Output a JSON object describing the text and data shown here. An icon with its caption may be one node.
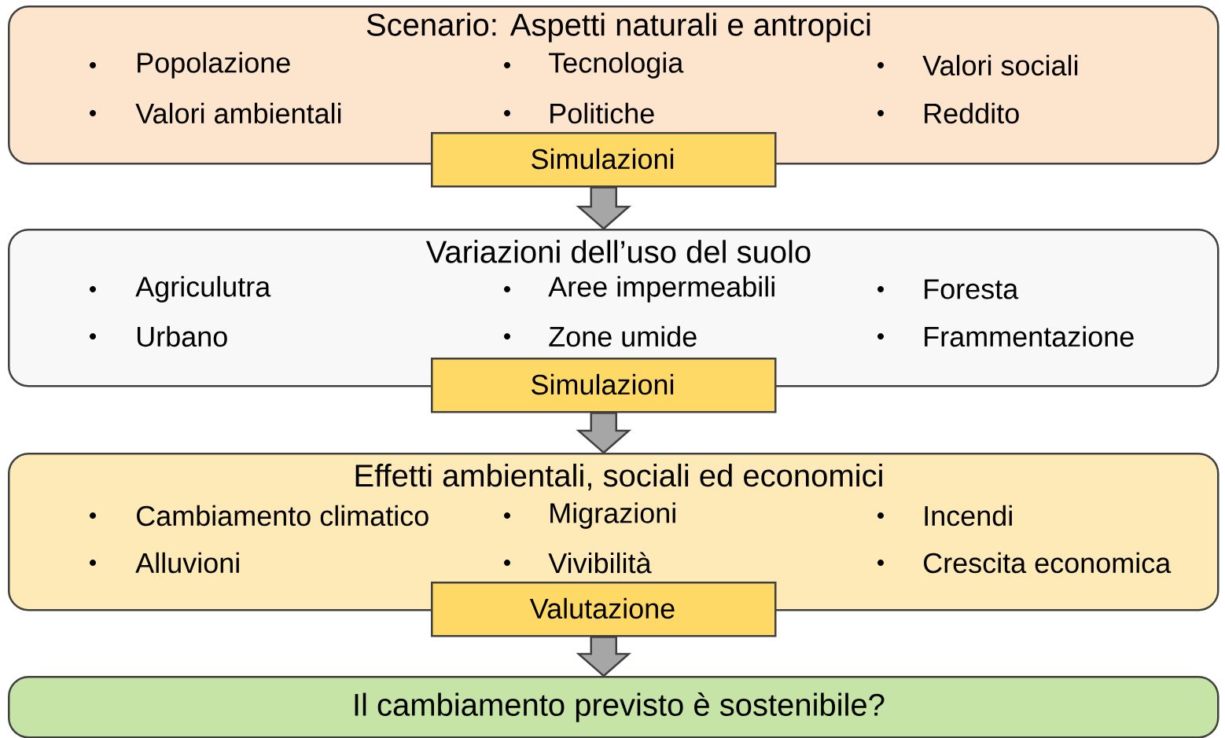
{
  "diagram": {
    "nodes": [
      {
        "text": [
          "Scenario: Aspetti naturali e antropici",
          "Popolazione",
          "Tecnologia",
          "Valori sociali",
          "Valori ambientali",
          "Politiche",
          "Reddito"
        ]
      },
      {
        "text": [
          "Simulazioni"
        ]
      },
      {
        "text": [
          "Variazioni dell’uso del suolo",
          "Agriculutra",
          "Aree impermeabili",
          "Foresta",
          "Urbano",
          "Zone umide",
          "Frammentazione"
        ]
      },
      {
        "text": [
          "Simulazioni"
        ]
      },
      {
        "text": [
          "Effetti ambientali, sociali ed economici",
          "Cambiamento climatico",
          "Migrazioni",
          "Incendi",
          "Alluvioni",
          "Vivibilità",
          "Crescita economica"
        ]
      },
      {
        "text": [
          "Valutazione"
        ]
      },
      {
        "text": [
          "Il cambiamento previsto è sostenibile?"
        ]
      }
    ],
    "edges": [
      {
        "from": 1,
        "to": 2,
        "arrow": "to"
      },
      {
        "from": 3,
        "to": 4,
        "arrow": "to"
      },
      {
        "from": 5,
        "to": 6,
        "arrow": "to"
      }
    ]
  }
}
